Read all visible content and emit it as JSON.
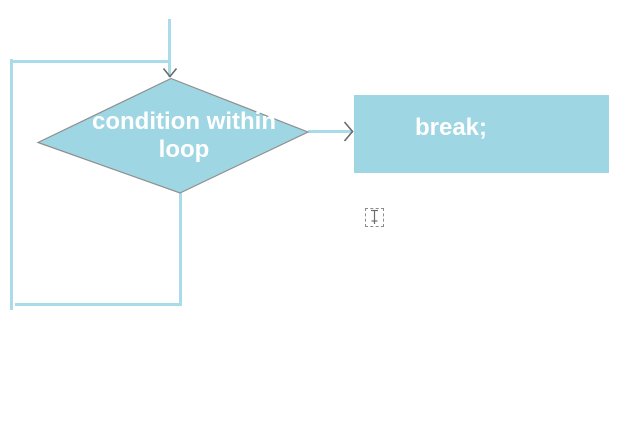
{
  "colors": {
    "shape_fill": "#9ed6e4",
    "connector_line": "#a9dce8",
    "shape_border": "#8f8f8f",
    "arrowhead": "#6b6b6b",
    "label_text": "#ffffff",
    "background": "#ffffff"
  },
  "flowchart": {
    "decision": {
      "label": "condition within loop"
    },
    "process": {
      "label": "break;"
    },
    "icons": {
      "arrowhead_down": "open-chevron-down",
      "arrowhead_right": "open-chevron-right",
      "text_cursor": "i-beam-in-dashed-box"
    }
  }
}
